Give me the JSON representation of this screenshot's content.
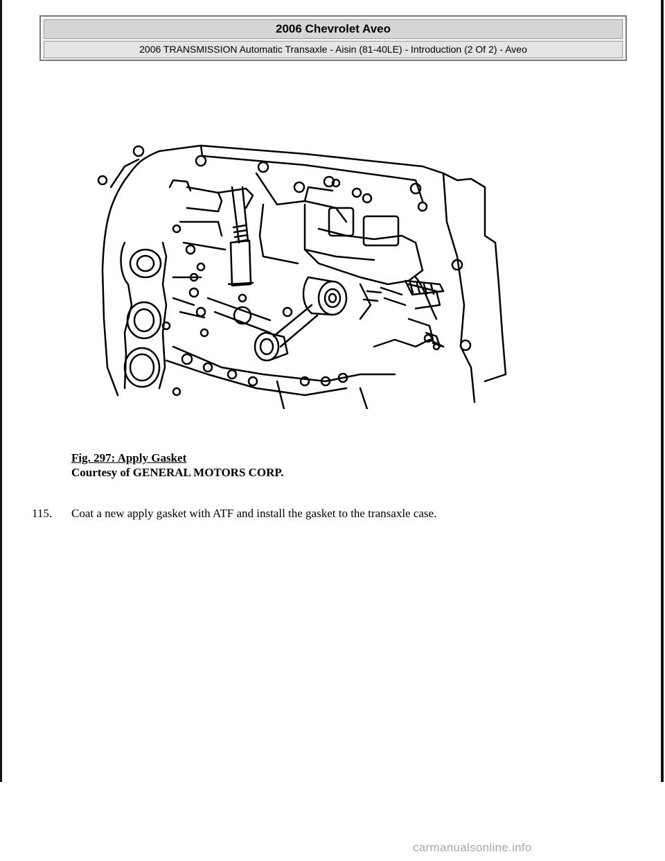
{
  "header": {
    "title": "2006 Chevrolet Aveo",
    "subtitle": "2006 TRANSMISSION Automatic Transaxle - Aisin (81-40LE) - Introduction (2 Of 2) - Aveo"
  },
  "figure": {
    "caption_title": "Fig. 297: Apply Gasket",
    "courtesy": "Courtesy of GENERAL MOTORS CORP."
  },
  "step": {
    "number": "115.",
    "text": "Coat a new apply gasket with ATF and install the gasket to the transaxle case."
  },
  "footer": {
    "watermark": "carmanualsonline.info"
  }
}
